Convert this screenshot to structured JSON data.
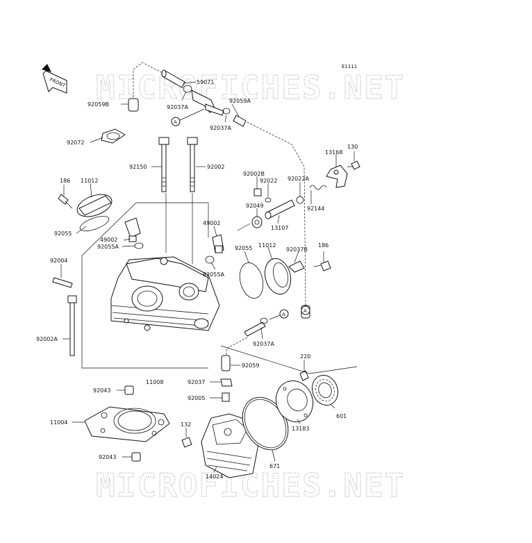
{
  "diagram_code": "E1111",
  "watermark": {
    "top": "MICROFICHES.NET",
    "bottom": "MICROFICHES.NET"
  },
  "front_marker": {
    "label": "FRONT"
  },
  "ref_markers": {
    "a_top": "A",
    "a_right": "A",
    "a_mid": "A"
  },
  "parts": {
    "p92059B": "92059B",
    "p59071": "59071",
    "p92037A_1": "92037A",
    "p92059A": "92059A",
    "p92037A_2": "92037A",
    "p92072": "92072",
    "p92150": "92150",
    "p92002": "92002",
    "p13168": "13168",
    "p130": "130",
    "p186_1": "186",
    "p11012_1": "11012",
    "p92002B": "92002B",
    "p92022": "92022",
    "p92022A": "92022A",
    "p92049": "92049",
    "p92144": "92144",
    "p13107": "13107",
    "p49002_1": "49002",
    "p92055_1": "92055",
    "p49002_2": "49002",
    "p92055A_1": "92055A",
    "p92055_2": "92055",
    "p11012_2": "11012",
    "p92037B": "92037B",
    "p186_2": "186",
    "p92004": "92004",
    "p92055A_2": "92055A",
    "p92037A_3": "92037A",
    "p92002A": "92002A",
    "p92059": "92059",
    "p220": "220",
    "p11008": "11008",
    "p92043_1": "92043",
    "p92037": "92037",
    "p92005": "92005",
    "p11004": "11004",
    "p601": "601",
    "p132": "132",
    "p13183": "13183",
    "p92043_2": "92043",
    "p671": "671",
    "p14024": "14024"
  }
}
